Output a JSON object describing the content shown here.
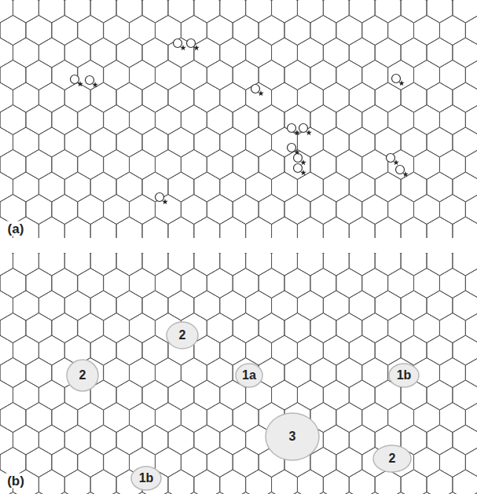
{
  "diagram": {
    "labels": [
      "(a)",
      "2",
      "2",
      "1a",
      "1b",
      "3",
      "2",
      "1b",
      "(b)"
    ]
  }
}
